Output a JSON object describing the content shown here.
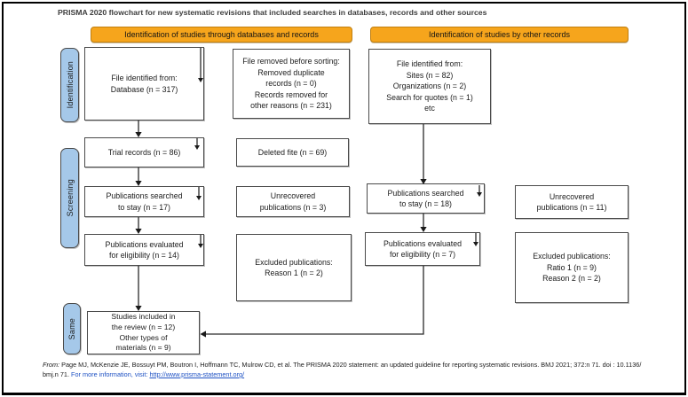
{
  "title": "PRISMA 2020 flowchart for new systematic revisions that included searches in databases, records and other sources",
  "banners": {
    "databases": "Identification of studies through databases and records",
    "other": "Identification of studies by other records"
  },
  "stages": {
    "identification": "Identification",
    "screening": "Screening",
    "included": "Same"
  },
  "boxes": {
    "db_identified": "File identified from:\nDatabase (n = 317)",
    "removed_before_sorting": "File removed before sorting:\nRemoved duplicate\nrecords (n = 0)\nRecords removed for\nother reasons (n = 231)",
    "other_identified": "File identified from:\nSites (n = 82)\nOrganizations (n = 2)\nSearch for quotes (n = 1)\netc",
    "trial_records": "Trial records (n = 86)",
    "deleted": "Deleted fite (n = 69)",
    "searched_db": "Publications searched\nto stay (n = 17)",
    "unrecovered_db": "Unrecovered\npublications (n = 3)",
    "evaluated_db": "Publications evaluated\nfor eligibility (n = 14)",
    "excluded_db": "Excluded publications:\nReason 1 (n = 2)",
    "searched_other": "Publications searched\nto stay (n = 18)",
    "unrecovered_other": "Unrecovered\npublications (n = 11)",
    "evaluated_other": "Publications evaluated\nfor eligibility (n = 7)",
    "excluded_other": "Excluded publications:\nRatio 1 (n = 9)\nReason 2 (n = 2)",
    "included": "Studies included in\nthe review (n = 12)\nOther types of\nmaterials (n = 9)"
  },
  "edges": [
    {
      "from": "db_identified",
      "to": "trial_records"
    },
    {
      "from": "trial_records",
      "to": "searched_db"
    },
    {
      "from": "searched_db",
      "to": "evaluated_db"
    },
    {
      "from": "evaluated_db",
      "to": "included"
    },
    {
      "from": "other_identified",
      "to": "searched_other"
    },
    {
      "from": "searched_other",
      "to": "evaluated_other"
    },
    {
      "from": "evaluated_other",
      "to": "included"
    }
  ],
  "footer": {
    "from_label": "From:",
    "citation_line1": " Page MJ, McKenzie JE, Bossuyt PM, Boutron I, Hoffmann TC, Mulrow CD, et al. The PRISMA 2020 statement: an updated guideline for reporting systematic revisions. BMJ 2021; 372:n 71. doi : 10.1136/",
    "citation_line2": "bmj.n 71. ",
    "more_info": "For more information, visit: ",
    "link": "http://www.prisma-statement.org/"
  },
  "colors": {
    "banner_orange": "#F6A51C",
    "stage_label_blue": "#A5C8E9",
    "box_border": "#4a4a4a",
    "link_blue": "#2053c4"
  }
}
